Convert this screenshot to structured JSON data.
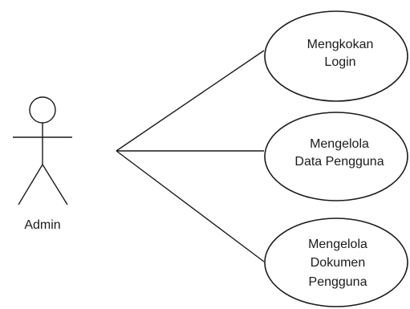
{
  "actor": {
    "name": "Admin",
    "icon": "stick-figure-icon"
  },
  "use_cases": [
    {
      "line1": "Mengkokan",
      "line2": "Login",
      "line3": ""
    },
    {
      "line1": "Mengelola",
      "line2": "Data Pengguna",
      "line3": ""
    },
    {
      "line1": "Mengelola",
      "line2": "Dokumen",
      "line3": "Pengguna"
    }
  ],
  "colors": {
    "stroke": "#1a1a1a",
    "background": "#ffffff"
  }
}
